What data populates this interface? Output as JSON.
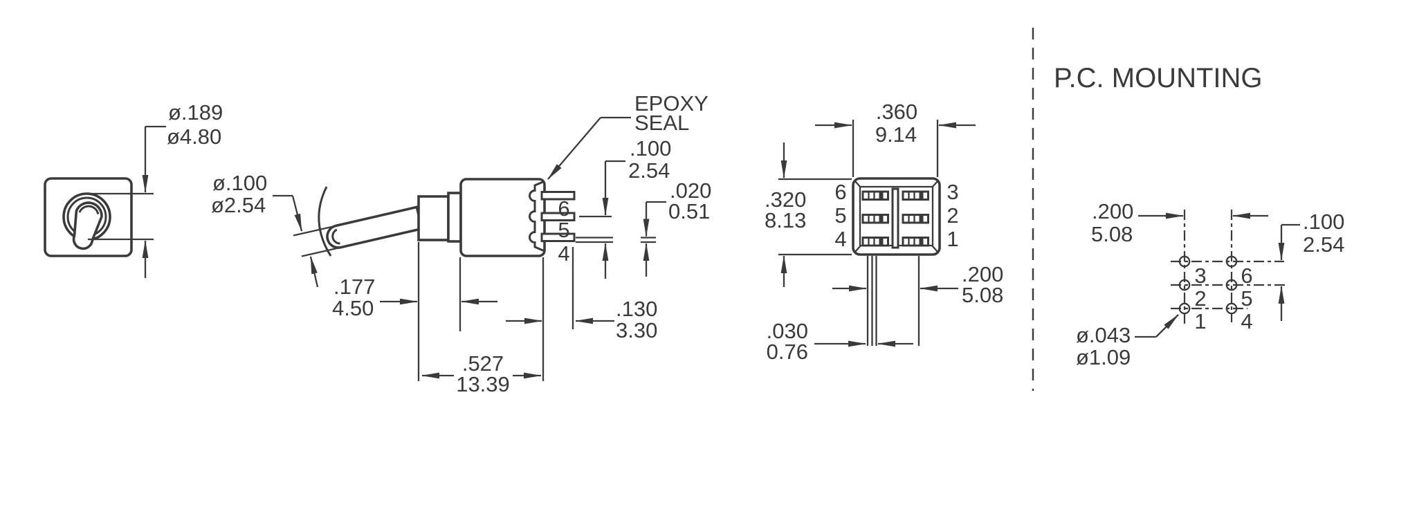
{
  "drawing": {
    "ink_color": "#3a3a3a",
    "background": "#ffffff",
    "front_view": {
      "toggle_dia_in": "ø.189",
      "toggle_dia_mm": "ø4.80"
    },
    "side_view": {
      "lever_dia_in": "ø.100",
      "lever_dia_mm": "ø2.54",
      "epoxy_label_line1": "EPOXY",
      "epoxy_label_line2": "SEAL",
      "pins": [
        "6",
        "5",
        "4"
      ],
      "pin_pitch_in": ".100",
      "pin_pitch_mm": "2.54",
      "pin_thickness_in": ".020",
      "pin_thickness_mm": "0.51",
      "bushing_len_in": ".177",
      "bushing_len_mm": "4.50",
      "pin_len_in": ".130",
      "pin_len_mm": "3.30",
      "body_len_in": ".527",
      "body_len_mm": "13.39"
    },
    "bottom_view": {
      "body_width_in": ".360",
      "body_width_mm": "9.14",
      "body_height_in": ".320",
      "body_height_mm": "8.13",
      "left_pins": [
        "6",
        "5",
        "4"
      ],
      "right_pins": [
        "3",
        "2",
        "1"
      ],
      "row_spacing_in": ".200",
      "row_spacing_mm": "5.08",
      "pin_thickness_in": ".030",
      "pin_thickness_mm": "0.76"
    },
    "pc_mounting": {
      "title": "P.C. MOUNTING",
      "left_pads": [
        "3",
        "2",
        "1"
      ],
      "right_pads": [
        "6",
        "5",
        "4"
      ],
      "col_spacing_in": ".200",
      "col_spacing_mm": "5.08",
      "row_spacing_in": ".100",
      "row_spacing_mm": "2.54",
      "hole_dia_in": "ø.043",
      "hole_dia_mm": "ø1.09"
    }
  }
}
